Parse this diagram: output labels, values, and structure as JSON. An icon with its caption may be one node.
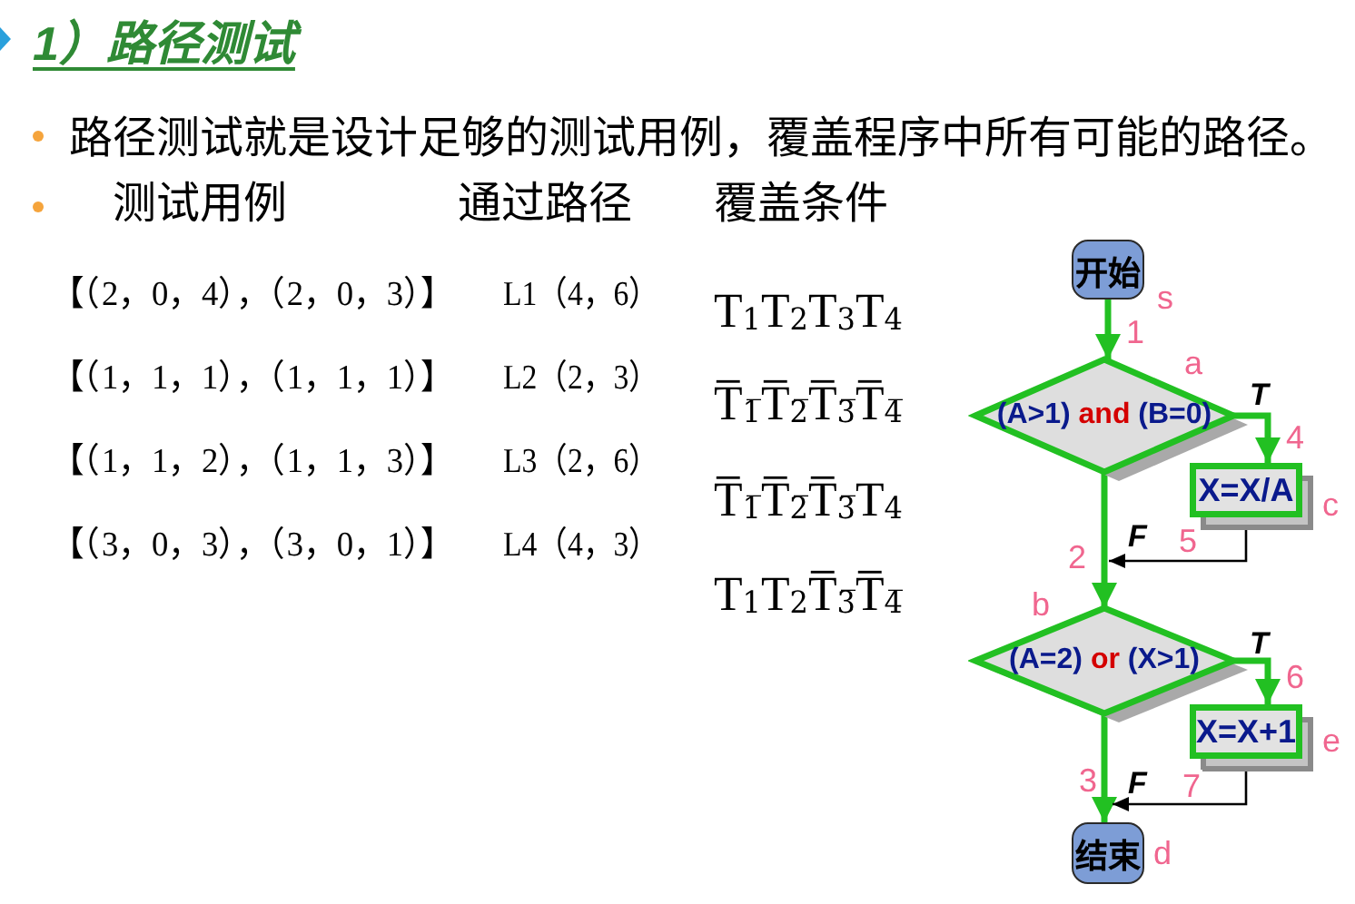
{
  "diagram": {
    "title": "1）路径测试",
    "nodes": [
      {
        "text": [
          "开始"
        ],
        "beside": [
          "s"
        ]
      },
      {
        "text": [
          "(A>1) and (B=0)"
        ],
        "beside": [
          "a"
        ]
      },
      {
        "text": [
          "X=X/A"
        ],
        "beside": [
          "c"
        ]
      },
      {
        "text": [
          "(A=2) or (X>1)"
        ],
        "beside": [
          "b"
        ]
      },
      {
        "text": [
          "X=X+1"
        ],
        "beside": [
          "e"
        ]
      },
      {
        "text": [
          "结束"
        ],
        "beside": [
          "d"
        ]
      }
    ],
    "edges": [
      {
        "from": 0,
        "to": 1,
        "arrow": "to",
        "label": "1"
      },
      {
        "from": 1,
        "to": 2,
        "arrow": "to",
        "label": "4"
      },
      {
        "from": 1,
        "to": 3,
        "arrow": "to",
        "label": "2"
      },
      {
        "from": 2,
        "to": 3,
        "arrow": "to",
        "label": "5",
        "color": "#000000"
      },
      {
        "from": 3,
        "to": 4,
        "arrow": "to",
        "label": "6"
      },
      {
        "from": 3,
        "to": 5,
        "arrow": "to",
        "label": "3"
      },
      {
        "from": 4,
        "to": 5,
        "arrow": "to",
        "label": "7",
        "color": "#000000"
      }
    ],
    "labels": [
      "路径测试就是设计足够的测试用例，覆盖程序中所有可能的路径。",
      "测试用例",
      "通过路径",
      "覆盖条件",
      "【（2，0，4），（2，0，3）】",
      "L1（4，6）",
      "T$_{1}$T$_{2}$T$_{3}$T$_{4}$",
      "【（1，1，1），（1，1，1）】",
      "L2（2，3）",
      "T̅$_{1̅}$T̅$_{2̅}$T̅$_{3̅}$T̅$_{4̅}$",
      "【（1，1，2），（1，1，3）】",
      "L3（2，6）",
      "T̅$_{1̅}$T̅$_{2̅}$T̅$_{3̅}$T$_{4}$",
      "【（3，0，3），（3，0，1）】",
      "L4（4，3）",
      "T$_{1}$T$_{2}$T̅$_{3̅}$T̅$_{4̅}$",
      "T",
      "F",
      "T",
      "F"
    ]
  }
}
